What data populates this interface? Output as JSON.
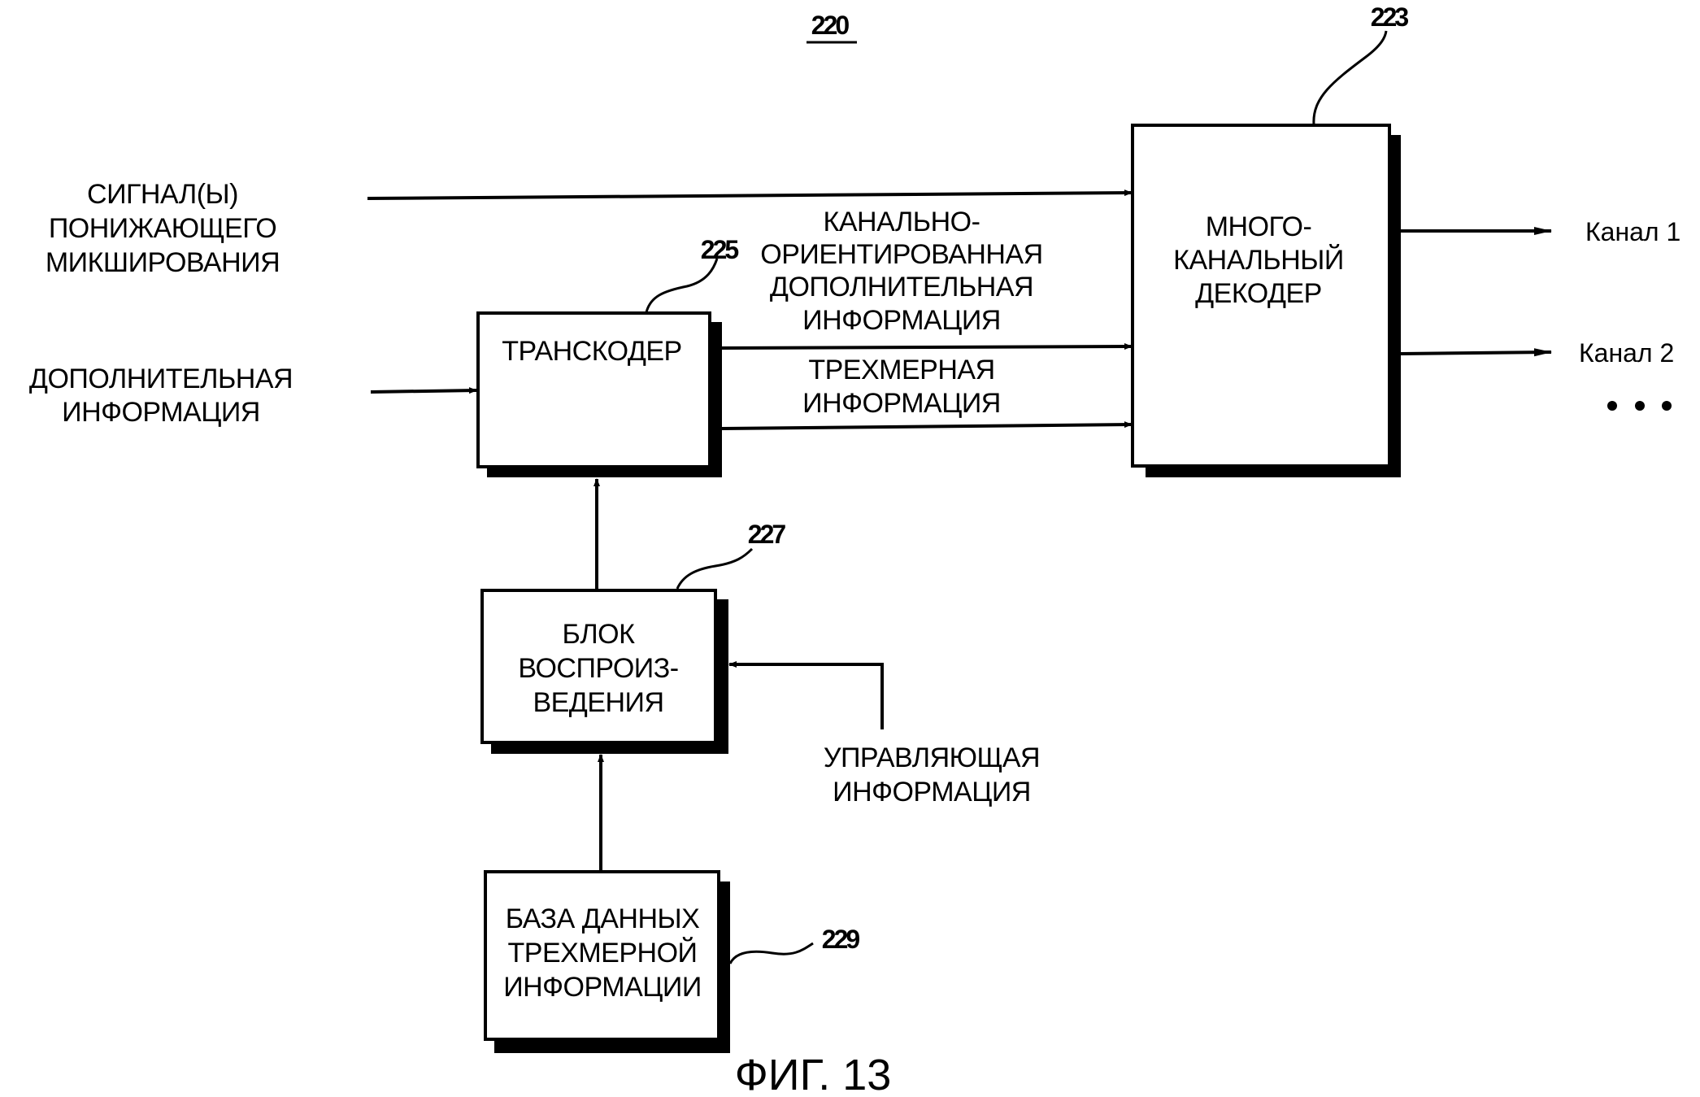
{
  "figure": {
    "number_ref": "220",
    "caption": "ФИГ. 13"
  },
  "inputs": {
    "downmix": [
      "СИГНАЛ(Ы)",
      "ПОНИЖАЮЩЕГО",
      "МИКШИРОВАНИЯ"
    ],
    "side_info": [
      "ДОПОЛНИТЕЛЬНАЯ",
      "ИНФОРМАЦИЯ"
    ],
    "control_info": [
      "УПРАВЛЯЮЩАЯ",
      "ИНФОРМАЦИЯ"
    ]
  },
  "blocks": {
    "decoder": {
      "ref": "223",
      "lines": [
        "МНОГО-",
        "КАНАЛЬНЫЙ",
        "ДЕКОДЕР"
      ]
    },
    "transcoder": {
      "ref": "225",
      "lines": [
        "ТРАНСКОДЕР"
      ]
    },
    "renderer": {
      "ref": "227",
      "lines": [
        "БЛОК",
        "ВОСПРОИЗ-",
        "ВЕДЕНИЯ"
      ]
    },
    "database": {
      "ref": "229",
      "lines": [
        "БАЗА ДАННЫХ",
        "ТРЕХМЕРНОЙ",
        "ИНФОРМАЦИИ"
      ]
    }
  },
  "signals": {
    "channel_side_info": [
      "КАНАЛЬНО-",
      "ОРИЕНТИРОВАННАЯ",
      "ДОПОЛНИТЕЛЬНАЯ",
      "ИНФОРМАЦИЯ"
    ],
    "3d_info": [
      "ТРЕХМЕРНАЯ",
      "ИНФОРМАЦИЯ"
    ]
  },
  "outputs": {
    "channels": [
      "Канал 1",
      "Канал 2"
    ],
    "more": "• • •"
  }
}
